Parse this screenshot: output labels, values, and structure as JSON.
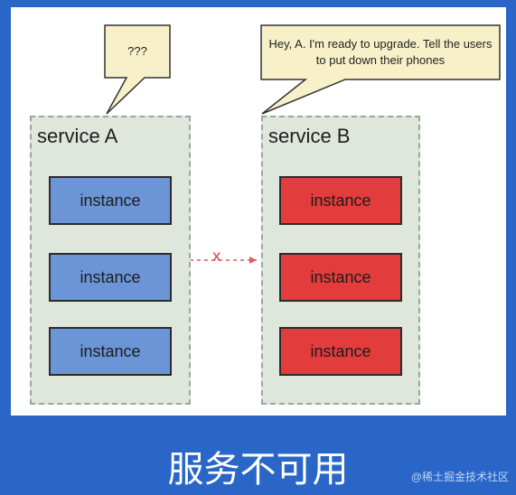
{
  "diagram": {
    "services": [
      {
        "title": "service A",
        "instances": [
          "instance",
          "instance",
          "instance"
        ],
        "color": "#6b95d7"
      },
      {
        "title": "service B",
        "instances": [
          "instance",
          "instance",
          "instance"
        ],
        "color": "#e23c3c"
      }
    ],
    "bubbles": {
      "left": "???",
      "right": "Hey, A. I'm ready to upgrade. Tell the users to put down their phones"
    },
    "connector_label": "X"
  },
  "footer": {
    "title": "服务不可用",
    "watermark": "@稀土掘金技术社区"
  }
}
